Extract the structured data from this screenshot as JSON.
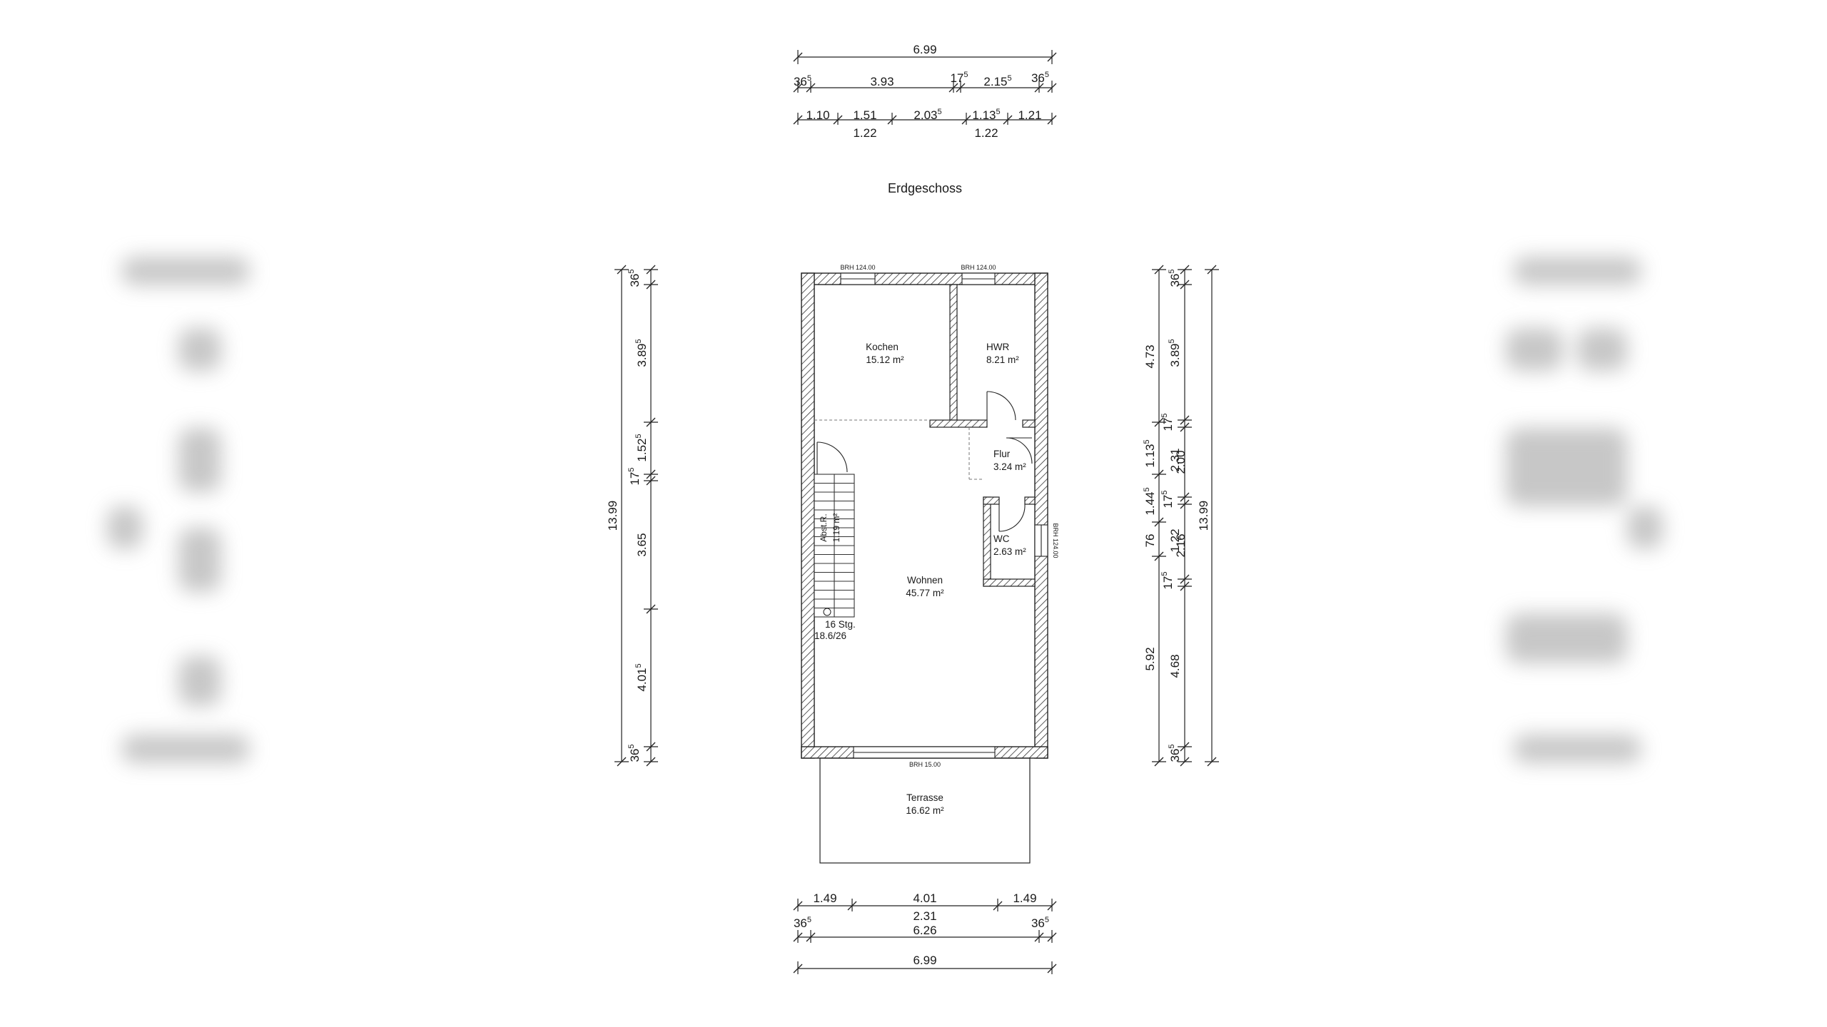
{
  "plan": {
    "title": "Erdgeschoss",
    "rooms": {
      "kochen": {
        "name": "Kochen",
        "area": "15.12 m²"
      },
      "hwr": {
        "name": "HWR",
        "area": "8.21 m²"
      },
      "flur": {
        "name": "Flur",
        "area": "3.24 m²"
      },
      "wc": {
        "name": "WC",
        "area": "2.63 m²"
      },
      "wohnen": {
        "name": "Wohnen",
        "area": "45.77 m²"
      },
      "terrasse": {
        "name": "Terrasse",
        "area": "16.62 m²"
      },
      "abst": {
        "name": "Abst.R.",
        "area": "1.19 m²"
      }
    },
    "stairs": {
      "count": "16 Stg.",
      "ratio": "18.6/26"
    },
    "sill_labels": {
      "top_left": "BRH 124.00",
      "top_right": "BRH 124.00",
      "right": "BRH 124.00",
      "bottom": "BRH 15.00"
    }
  },
  "dims": {
    "top_total": "6.99",
    "top_row2": {
      "a": "36",
      "a_sup": "5",
      "b": "3.93",
      "c": "17",
      "c_sup": "5",
      "d": "2.15",
      "d_sup": "5",
      "e": "36",
      "e_sup": "5"
    },
    "top_row3": {
      "a": "1.10",
      "b": "1.51",
      "c": "2.03",
      "c_sup": "5",
      "d": "1.13",
      "d_sup": "5",
      "e": "1.21"
    },
    "top_row3_below": {
      "a": "1.22",
      "b": "1.22"
    },
    "left_total": "13.99",
    "left": {
      "a": "36",
      "a_sup": "5",
      "b": "3.89",
      "b_sup": "5",
      "c": "1.52",
      "c_sup": "5",
      "d": "17",
      "d_sup": "5",
      "e": "3.65",
      "f": "4.01",
      "f_sup": "5",
      "g": "36",
      "g_sup": "5"
    },
    "right_outer": {
      "a": "4.73",
      "b": "1.13",
      "b_sup": "5",
      "c": "1.44",
      "c_sup": "5",
      "d": "76",
      "e": "5.92"
    },
    "right_mid": {
      "a": "36",
      "a_sup": "5",
      "b": "3.89",
      "b_sup": "5",
      "c": "17",
      "c_sup": "5",
      "d": "2.31",
      "e": "17",
      "e_sup": "5",
      "f": "1.22",
      "g": "17",
      "g_sup": "5",
      "h": "4.68",
      "i": "36",
      "i_sup": "5"
    },
    "right_inner": {
      "a": "2.00",
      "b": "2.16"
    },
    "right_total": "13.99",
    "bottom_row1": {
      "a": "1.49",
      "b": "4.01",
      "c": "1.49"
    },
    "bottom_row1_below": "2.31",
    "bottom_row2": {
      "a": "36",
      "a_sup": "5",
      "b": "6.26",
      "c": "36",
      "c_sup": "5"
    },
    "bottom_total": "6.99"
  }
}
